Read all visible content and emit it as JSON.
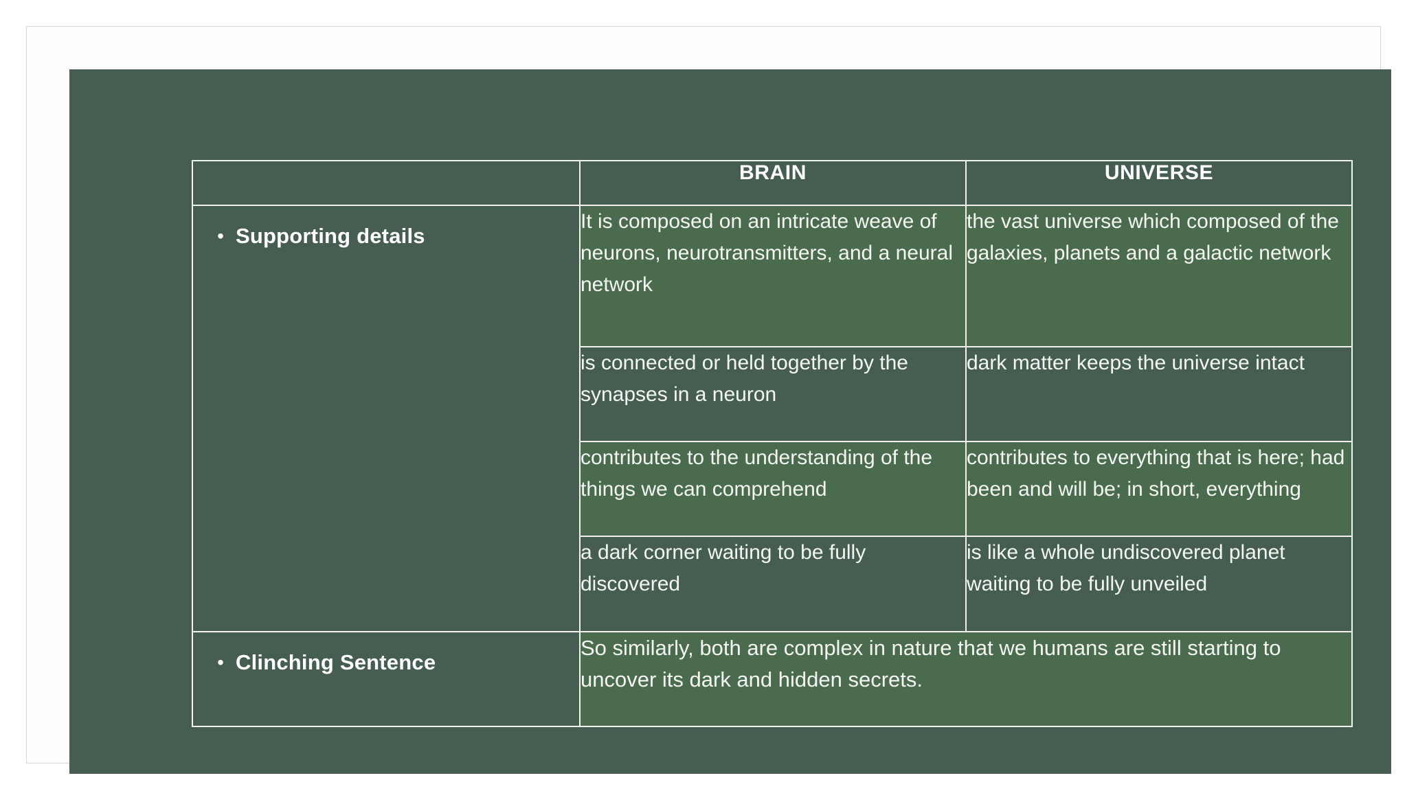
{
  "slide": {
    "background_color": "#465E51",
    "band_light_color": "#4A6B4D",
    "border_color": "#F2F2EE",
    "text_color": "#F4F7F3"
  },
  "table": {
    "headers": {
      "label_column": "",
      "columns": [
        "BRAIN",
        "UNIVERSE"
      ]
    },
    "row_labels": [
      {
        "bullet": "•",
        "text": "Supporting details"
      },
      {
        "bullet": "•",
        "text": "Clinching Sentence"
      }
    ],
    "rows": [
      {
        "band": "light",
        "brain": "It is composed on an intricate weave of neurons, neurotransmitters, and a neural network",
        "universe": "the vast universe which composed of the galaxies, planets and a galactic network"
      },
      {
        "band": "dark",
        "brain": "is connected or held together by the synapses in a neuron",
        "universe": "dark matter keeps the universe intact"
      },
      {
        "band": "light",
        "brain": "contributes to the understanding of the things we can comprehend",
        "universe": "contributes to everything that is here; had been and will be; in short, everything"
      },
      {
        "band": "dark",
        "brain": "a dark corner waiting to be fully discovered",
        "universe": "is like a whole undiscovered planet waiting to be fully unveiled"
      }
    ],
    "clinching_sentence": "So similarly, both are complex in nature that we humans are still starting to uncover its dark and hidden secrets."
  }
}
